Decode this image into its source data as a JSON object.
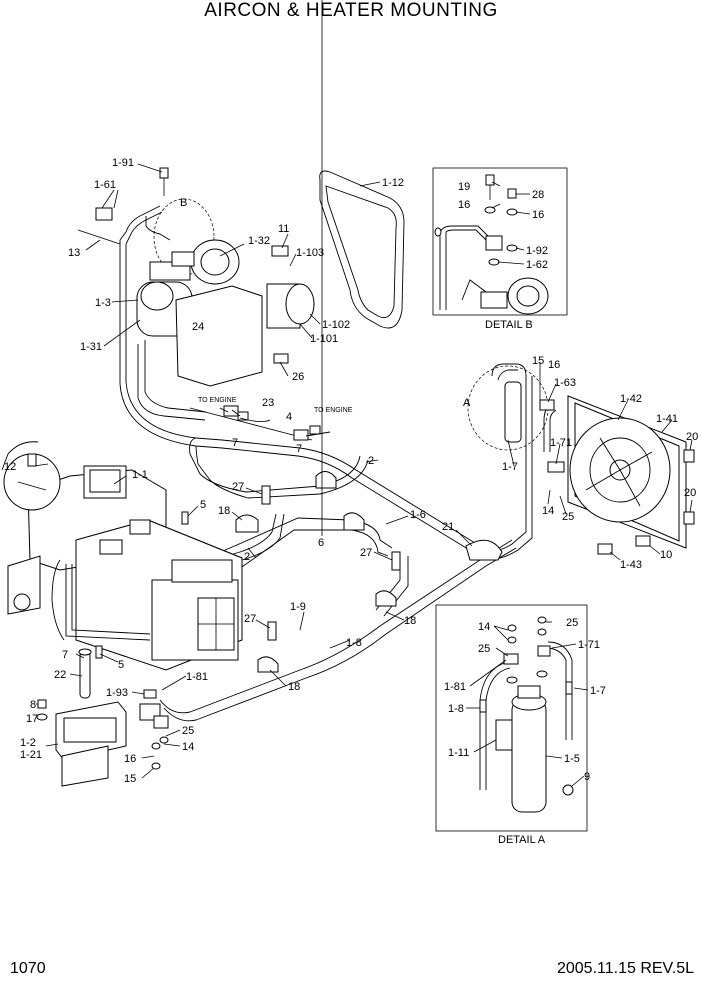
{
  "title": "AIRCON & HEATER MOUNTING",
  "page_number": "1070",
  "revision": "2005.11.15  REV.5L",
  "details": {
    "detail_b": "DETAIL B",
    "detail_a": "DETAIL A",
    "to_engine_1": "TO ENGINE",
    "to_engine_2": "TO ENGINE",
    "ref_a": "A",
    "ref_b": "B"
  },
  "labels": [
    {
      "id": "lbl-1-91",
      "text": "1-91"
    },
    {
      "id": "lbl-1-61",
      "text": "1-61"
    },
    {
      "id": "lbl-13",
      "text": "13"
    },
    {
      "id": "lbl-1-32",
      "text": "1-32"
    },
    {
      "id": "lbl-11",
      "text": "11"
    },
    {
      "id": "lbl-1-103",
      "text": "1-103"
    },
    {
      "id": "lbl-1-3",
      "text": "1-3"
    },
    {
      "id": "lbl-24",
      "text": "24"
    },
    {
      "id": "lbl-1-31",
      "text": "1-31"
    },
    {
      "id": "lbl-1-102",
      "text": "1-102"
    },
    {
      "id": "lbl-1-101",
      "text": "1-101"
    },
    {
      "id": "lbl-26",
      "text": "26"
    },
    {
      "id": "lbl-1-12",
      "text": "1-12"
    },
    {
      "id": "lbl-19",
      "text": "19"
    },
    {
      "id": "lbl-28",
      "text": "28"
    },
    {
      "id": "lbl-16a",
      "text": "16"
    },
    {
      "id": "lbl-16b",
      "text": "16"
    },
    {
      "id": "lbl-1-92",
      "text": "1-92"
    },
    {
      "id": "lbl-1-62",
      "text": "1-62"
    },
    {
      "id": "lbl-23",
      "text": "23"
    },
    {
      "id": "lbl-7a",
      "text": "7"
    },
    {
      "id": "lbl-4",
      "text": "4"
    },
    {
      "id": "lbl-7b",
      "text": "7"
    },
    {
      "id": "lbl-2a",
      "text": "2"
    },
    {
      "id": "lbl-12",
      "text": "12"
    },
    {
      "id": "lbl-1-1",
      "text": "1-1"
    },
    {
      "id": "lbl-27a",
      "text": "27"
    },
    {
      "id": "lbl-5a",
      "text": "5"
    },
    {
      "id": "lbl-18a",
      "text": "18"
    },
    {
      "id": "lbl-2b",
      "text": "2"
    },
    {
      "id": "lbl-6",
      "text": "6"
    },
    {
      "id": "lbl-1-6",
      "text": "1-6"
    },
    {
      "id": "lbl-21",
      "text": "21"
    },
    {
      "id": "lbl-27b",
      "text": "27"
    },
    {
      "id": "lbl-15a",
      "text": "15"
    },
    {
      "id": "lbl-16c",
      "text": "16"
    },
    {
      "id": "lbl-1-63",
      "text": "1-63"
    },
    {
      "id": "lbl-1-42",
      "text": "1-42"
    },
    {
      "id": "lbl-1-41",
      "text": "1-41"
    },
    {
      "id": "lbl-20a",
      "text": "20"
    },
    {
      "id": "lbl-20b",
      "text": "20"
    },
    {
      "id": "lbl-1-71a",
      "text": "1-71"
    },
    {
      "id": "lbl-1-7a",
      "text": "1-7"
    },
    {
      "id": "lbl-14a",
      "text": "14"
    },
    {
      "id": "lbl-25a",
      "text": "25"
    },
    {
      "id": "lbl-10",
      "text": "10"
    },
    {
      "id": "lbl-1-43",
      "text": "1-43"
    },
    {
      "id": "lbl-1-9",
      "text": "1-9"
    },
    {
      "id": "lbl-18b",
      "text": "18"
    },
    {
      "id": "lbl-27c",
      "text": "27"
    },
    {
      "id": "lbl-1-8a",
      "text": "1-8"
    },
    {
      "id": "lbl-7c",
      "text": "7"
    },
    {
      "id": "lbl-5b",
      "text": "5"
    },
    {
      "id": "lbl-22",
      "text": "22"
    },
    {
      "id": "lbl-1-81a",
      "text": "1-81"
    },
    {
      "id": "lbl-18c",
      "text": "18"
    },
    {
      "id": "lbl-8",
      "text": "8"
    },
    {
      "id": "lbl-1-93",
      "text": "1-93"
    },
    {
      "id": "lbl-17",
      "text": "17"
    },
    {
      "id": "lbl-1-2",
      "text": "1-2"
    },
    {
      "id": "lbl-1-21",
      "text": "1-21"
    },
    {
      "id": "lbl-25b",
      "text": "25"
    },
    {
      "id": "lbl-14b",
      "text": "14"
    },
    {
      "id": "lbl-16d",
      "text": "16"
    },
    {
      "id": "lbl-15b",
      "text": "15"
    },
    {
      "id": "lbl-14c",
      "text": "14"
    },
    {
      "id": "lbl-25c",
      "text": "25"
    },
    {
      "id": "lbl-25d",
      "text": "25"
    },
    {
      "id": "lbl-1-71b",
      "text": "1-71"
    },
    {
      "id": "lbl-1-81b",
      "text": "1-81"
    },
    {
      "id": "lbl-1-7b",
      "text": "1-7"
    },
    {
      "id": "lbl-1-8b",
      "text": "1-8"
    },
    {
      "id": "lbl-1-11",
      "text": "1-11"
    },
    {
      "id": "lbl-1-5",
      "text": "1-5"
    },
    {
      "id": "lbl-9",
      "text": "9"
    }
  ]
}
